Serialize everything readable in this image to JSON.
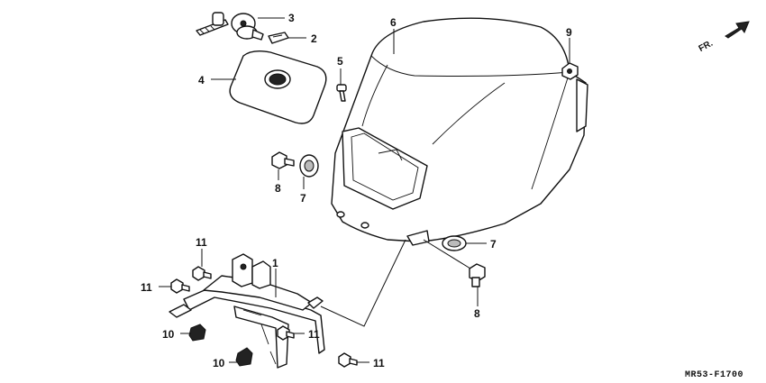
{
  "diagram_code": "MR53-F1700",
  "direction_label": "FR.",
  "callouts": [
    {
      "id": "c3",
      "text": "3"
    },
    {
      "id": "c2",
      "text": "2"
    },
    {
      "id": "c4",
      "text": "4"
    },
    {
      "id": "c5",
      "text": "5"
    },
    {
      "id": "c6",
      "text": "6"
    },
    {
      "id": "c9",
      "text": "9"
    },
    {
      "id": "c8a",
      "text": "8"
    },
    {
      "id": "c7a",
      "text": "7"
    },
    {
      "id": "c7b",
      "text": "7"
    },
    {
      "id": "c8b",
      "text": "8"
    },
    {
      "id": "c11a",
      "text": "11"
    },
    {
      "id": "c1",
      "text": "1"
    },
    {
      "id": "c11b",
      "text": "11"
    },
    {
      "id": "c10a",
      "text": "10"
    },
    {
      "id": "c11c",
      "text": "11"
    },
    {
      "id": "c10b",
      "text": "10"
    },
    {
      "id": "c11d",
      "text": "11"
    }
  ]
}
